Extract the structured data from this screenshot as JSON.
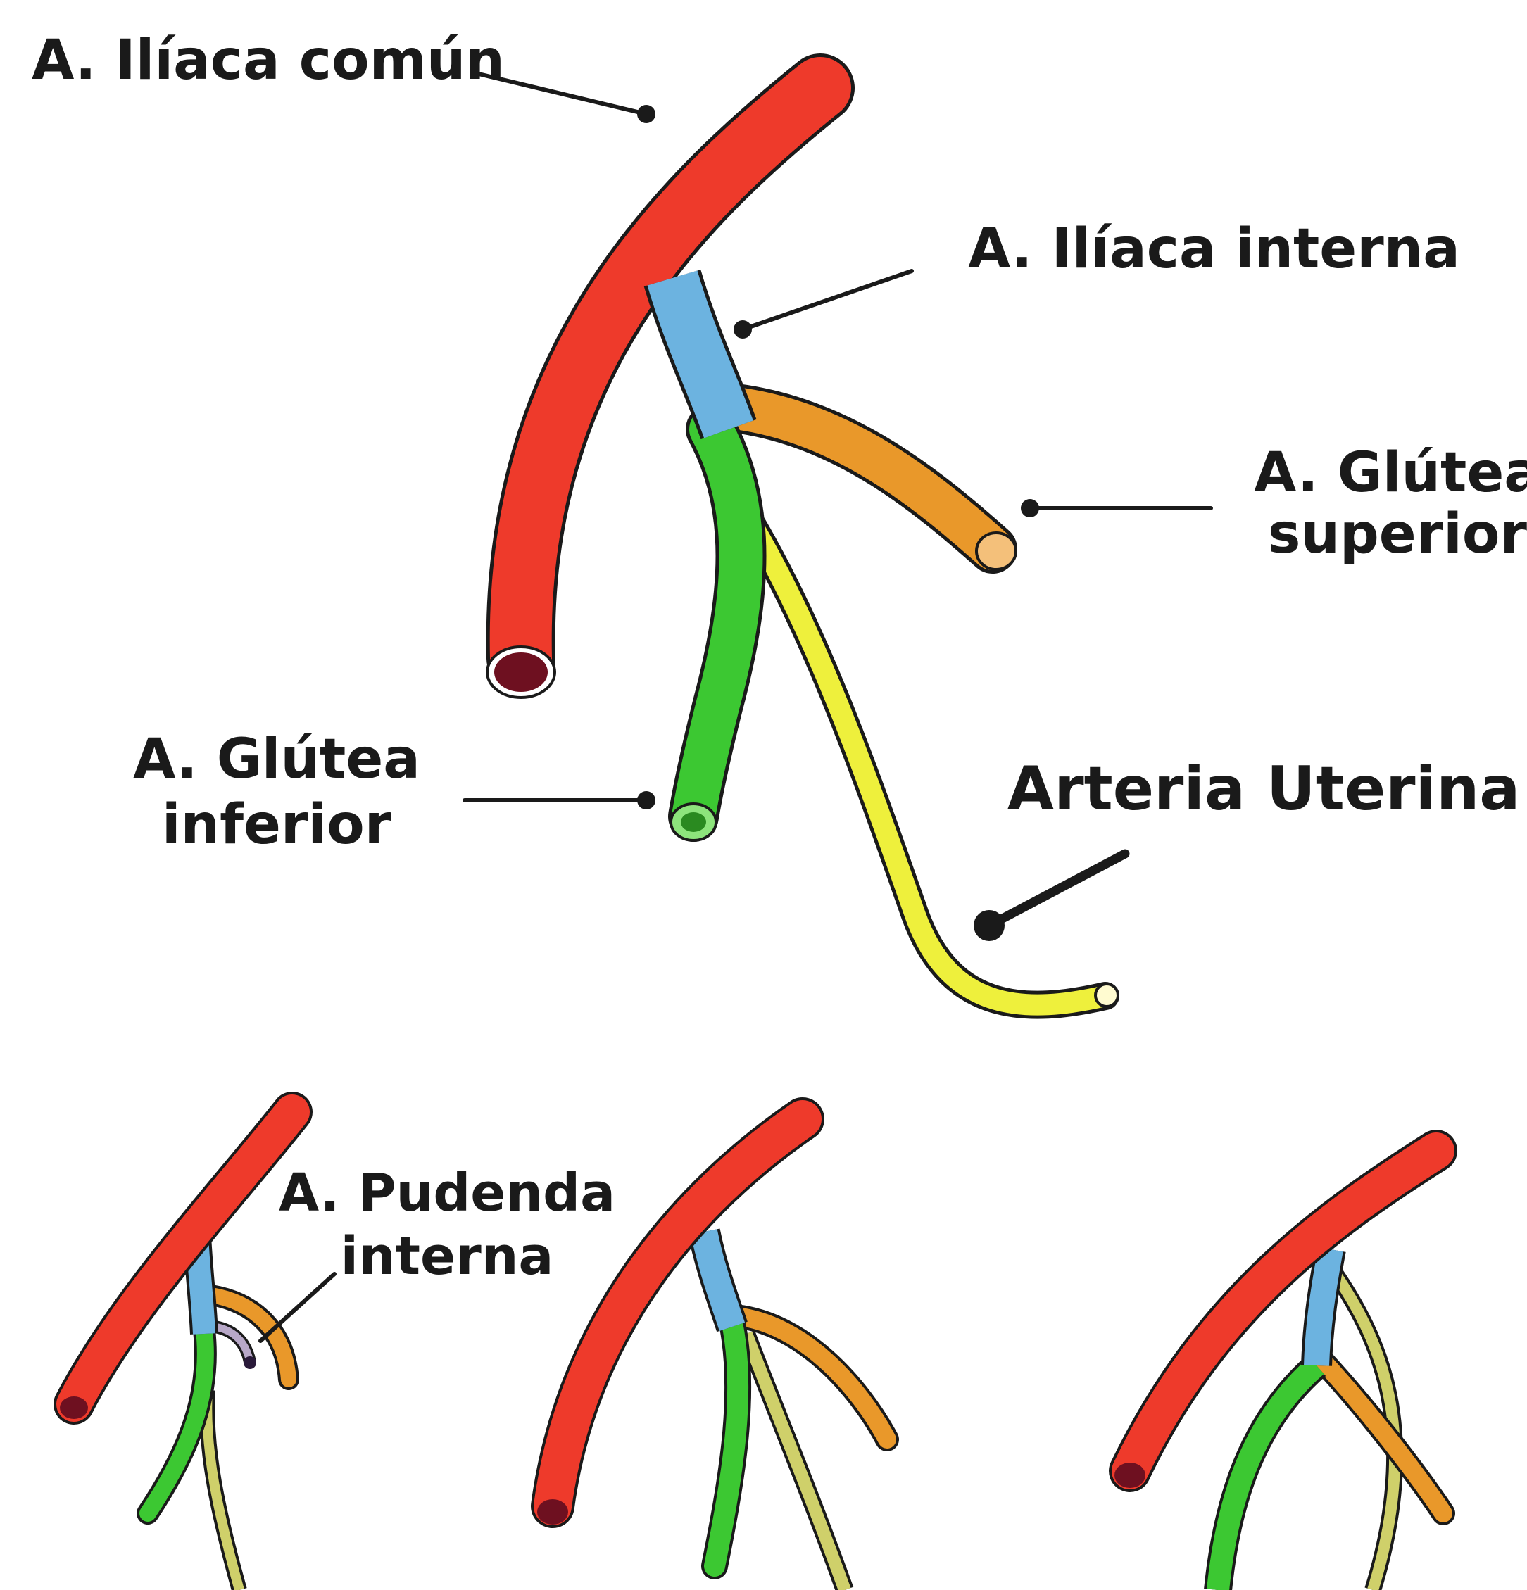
{
  "labels": {
    "iliaca_comun": "A. Ilíaca común",
    "iliaca_interna": "A. Ilíaca interna",
    "glutea_superior_1": "A. Glútea",
    "glutea_superior_2": "superior",
    "glutea_inferior_1": "A. Glútea",
    "glutea_inferior_2": "inferior",
    "arteria_uterina": "Arteria Uterina",
    "pudenda_interna_1": "A. Pudenda",
    "pudenda_interna_2": "interna"
  },
  "colors": {
    "iliaca_comun": "#ee3a2b",
    "iliaca_interna": "#6cb3e0",
    "glutea_superior": "#e9982a",
    "glutea_inferior": "#3cc832",
    "uterina_main": "#eef03c",
    "uterina_variant": "#cfd06a",
    "pudenda": "#b8a8c8",
    "outline": "#1a1a1a",
    "lumen_red": "#6e1020"
  }
}
